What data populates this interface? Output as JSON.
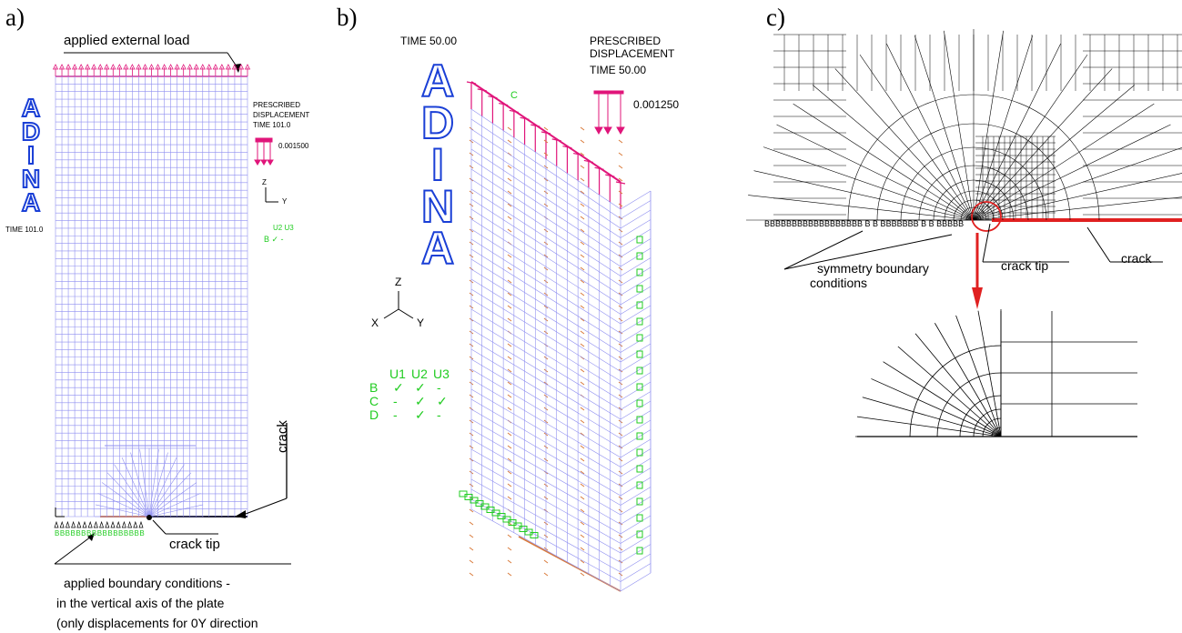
{
  "panel_a": {
    "label": "a)",
    "applied_load": "applied external load",
    "logo": [
      "A",
      "D",
      "I",
      "N",
      "A"
    ],
    "time_left": "TIME 101.0",
    "prescribed": [
      "PRESCRIBED",
      "DISPLACEMENT"
    ],
    "time_right": "TIME 101.0",
    "disp_value": "0.001500",
    "axis_z": "Z",
    "axis_y": "Y",
    "bc_header": "U2 U3",
    "bc_row": "B  ✓  -",
    "crack": "crack",
    "crack_tip": "crack tip",
    "bc_text": [
      "applied boundary conditions -",
      "in the vertical axis of the plate",
      "(only displacements for 0Y direction"
    ],
    "b_row": "BBBBBBBBBBBBBBBBB"
  },
  "panel_b": {
    "label": "b)",
    "time_left": "TIME 50.00",
    "logo": [
      "A",
      "D",
      "I",
      "N",
      "A"
    ],
    "prescribed": [
      "PRESCRIBED",
      "DISPLACEMENT"
    ],
    "time_right": "TIME 50.00",
    "disp_value": "0.001250",
    "axis_z": "Z",
    "axis_x": "X",
    "axis_y": "Y",
    "bc_table": {
      "header": [
        "U1",
        "U2",
        "U3"
      ],
      "rows": [
        {
          "name": "B",
          "vals": [
            "✓",
            "✓",
            "-"
          ]
        },
        {
          "name": "C",
          "vals": [
            "-",
            "✓",
            "✓"
          ]
        },
        {
          "name": "D",
          "vals": [
            "-",
            "✓",
            "-"
          ]
        }
      ]
    },
    "c_label": "C"
  },
  "panel_c": {
    "label": "c)",
    "b_row": "BBBBBBBBBBBBBBBBBB B B BBBBBBB B B BBBBB",
    "symmetry": [
      "symmetry boundary",
      "conditions"
    ],
    "crack_tip": "crack tip",
    "crack": "crack"
  },
  "colors": {
    "mesh_blue": "#8f8ff0",
    "load_magenta": "#e0157a",
    "bc_green": "#22cc22",
    "node_orange": "#d97a3a",
    "logo_blue": "#1a3fd6",
    "crack_red": "#e02020"
  }
}
